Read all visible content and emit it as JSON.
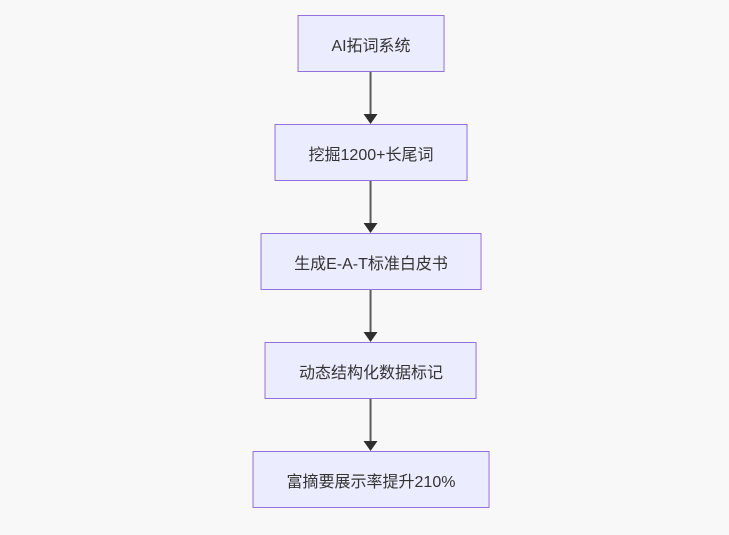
{
  "page": {
    "background_color": "#f8f8f8"
  },
  "flowchart": {
    "type": "flowchart",
    "direction": "top-down",
    "style": {
      "node_fill": "#ececff",
      "node_border": "#9370db",
      "node_text_color": "#333333",
      "edge_color": "#333333"
    },
    "nodes": [
      {
        "id": "n1",
        "label": "AI拓词系统"
      },
      {
        "id": "n2",
        "label": "挖掘1200+长尾词"
      },
      {
        "id": "n3",
        "label": "生成E-A-T标准白皮书"
      },
      {
        "id": "n4",
        "label": "动态结构化数据标记"
      },
      {
        "id": "n5",
        "label": "富摘要展示率提升210%"
      }
    ],
    "edges": [
      {
        "from": "n1",
        "to": "n2"
      },
      {
        "from": "n2",
        "to": "n3"
      },
      {
        "from": "n3",
        "to": "n4"
      },
      {
        "from": "n4",
        "to": "n5"
      }
    ]
  }
}
